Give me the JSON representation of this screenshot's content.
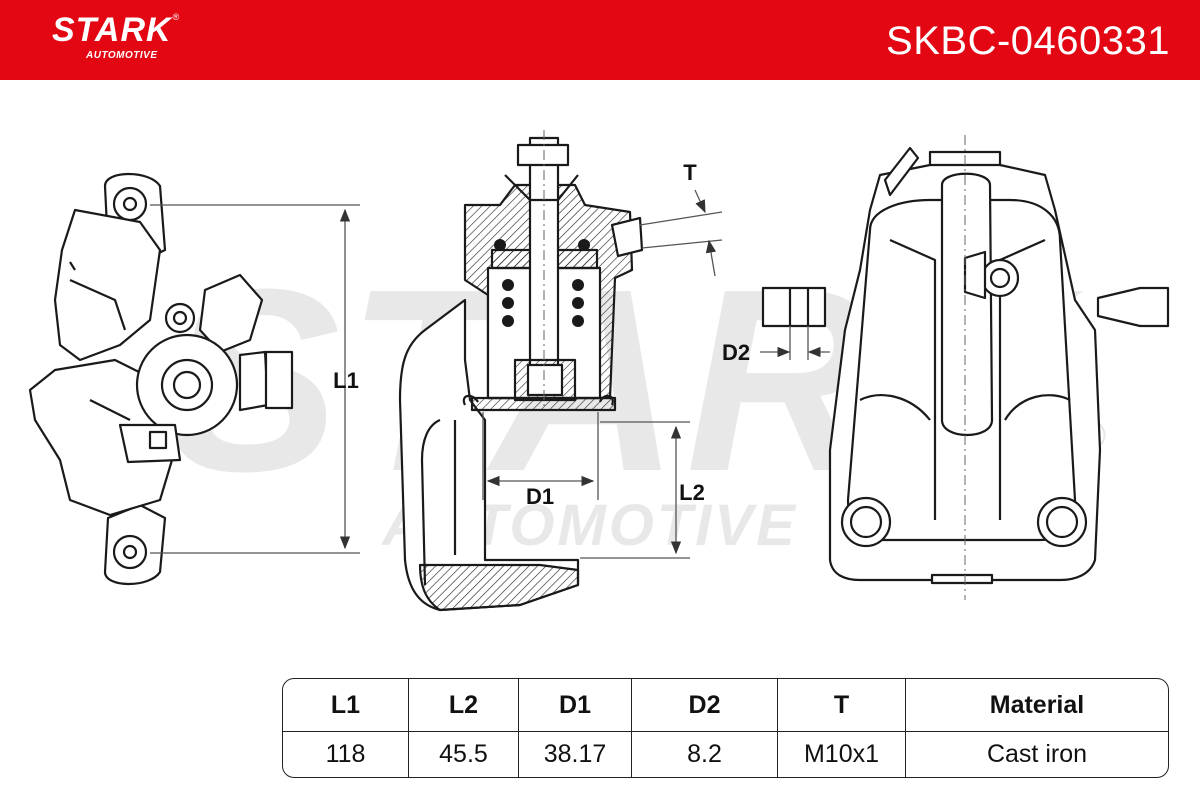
{
  "header": {
    "brand": "STARK",
    "brand_mark": "®",
    "brand_sub": "AUTOMOTIVE",
    "part_number": "SKBC-0460331",
    "bg_color": "#e30613"
  },
  "watermark": {
    "main": "STARK",
    "sub": "AUTOMOTIVE",
    "mark": "®"
  },
  "diagram": {
    "labels": {
      "L1": "L1",
      "L2": "L2",
      "D1": "D1",
      "D2": "D2",
      "T": "T"
    }
  },
  "spec_table": {
    "headers": [
      "L1",
      "L2",
      "D1",
      "D2",
      "T",
      "Material"
    ],
    "values": [
      "118",
      "45.5",
      "38.17",
      "8.2",
      "M10x1",
      "Cast iron"
    ]
  }
}
